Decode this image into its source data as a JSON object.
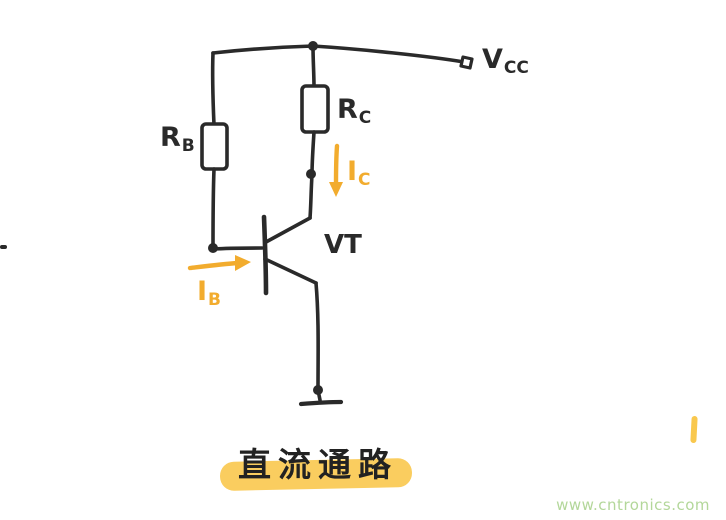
{
  "labels": {
    "vcc": {
      "main": "V",
      "sub": "CC"
    },
    "rb": {
      "main": "R",
      "sub": "B"
    },
    "rc": {
      "main": "R",
      "sub": "C"
    },
    "ic": {
      "main": "I",
      "sub": "C"
    },
    "ib": {
      "main": "I",
      "sub": "B"
    },
    "vt": "VT"
  },
  "title": "直流通路",
  "watermark": "www.cntronics.com",
  "colors": {
    "ink": "#2a2a2a",
    "accent": "#f2ac2e",
    "highlight": "#f9c84e",
    "watermark": "#b3d79a"
  }
}
